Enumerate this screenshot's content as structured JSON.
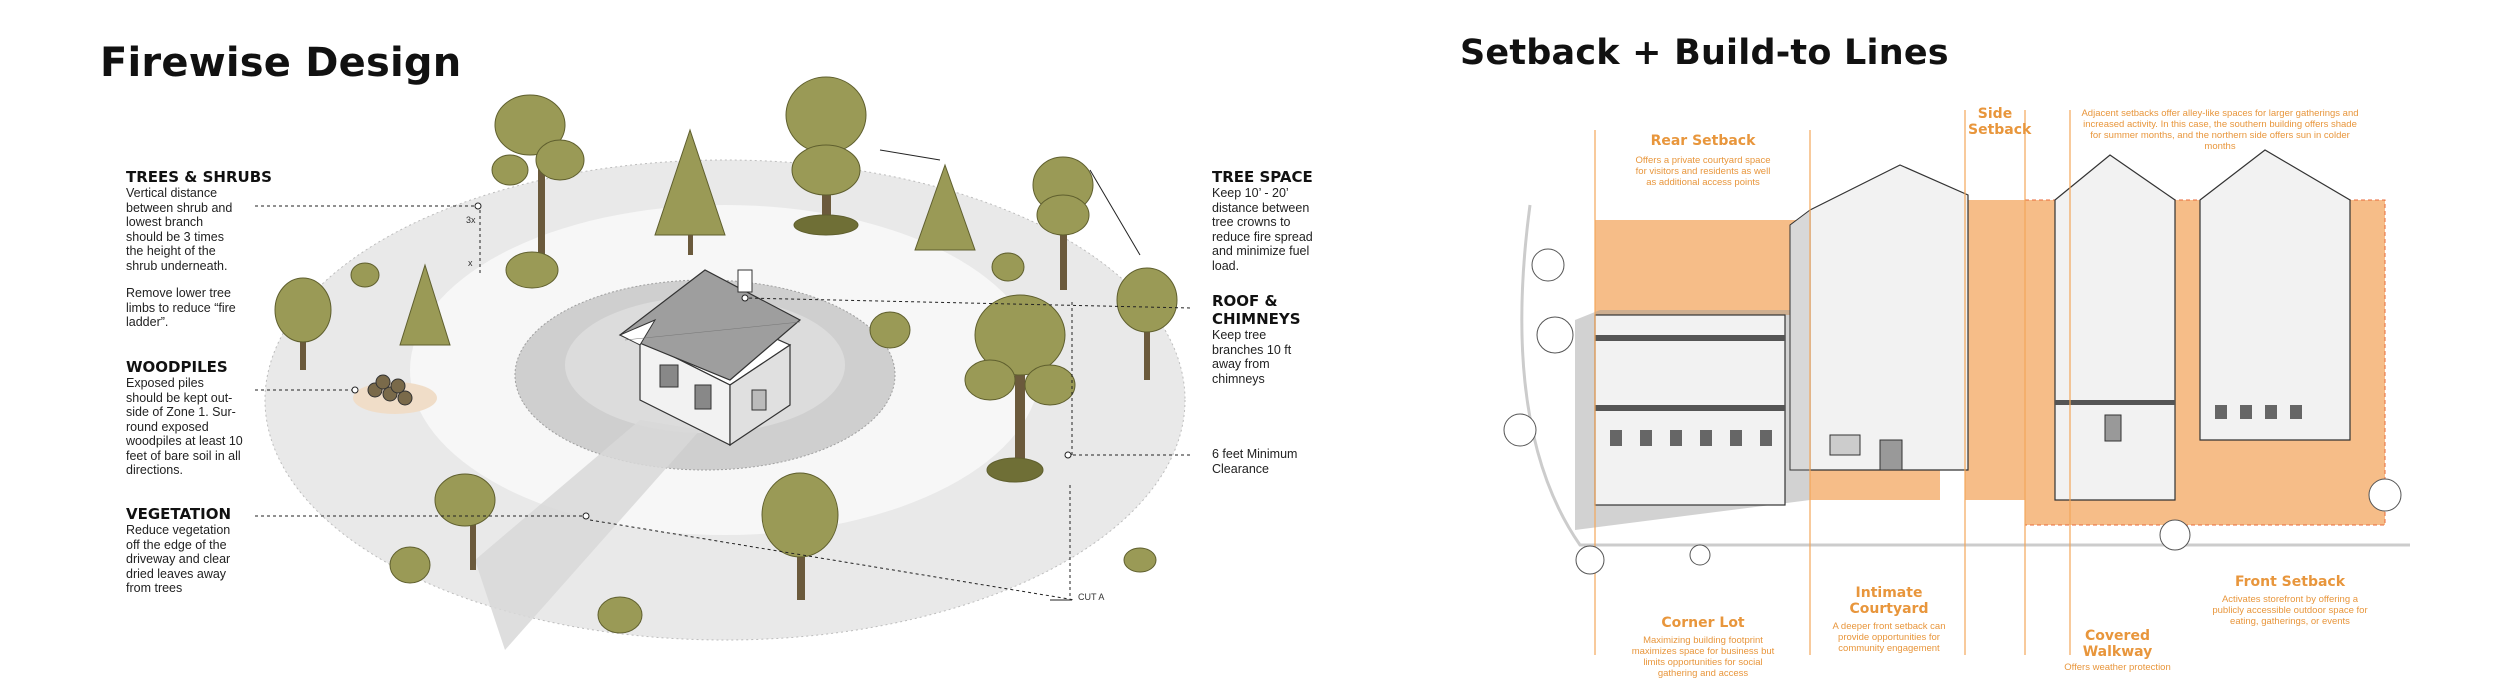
{
  "left_panel": {
    "title": "Firewise Design",
    "labels": {
      "trees_shrubs": {
        "heading": "TREES & SHRUBS",
        "body": "Vertical distance\nbetween shrub and\nlowest branch\nshould be 3 times\nthe height of the\nshrub underneath.",
        "body2": "Remove lower tree\nlimbs to reduce “fire\nladder”."
      },
      "woodpiles": {
        "heading": "WOODPILES",
        "body": "Exposed piles\nshould be kept out-\nside of Zone 1.  Sur-\nround exposed\nwoodpiles at least 10\nfeet of bare soil in all\ndirections."
      },
      "vegetation": {
        "heading": "VEGETATION",
        "body": "Reduce vegetation\noff the edge of the\ndriveway and clear\ndried leaves away\nfrom trees"
      },
      "tree_space": {
        "heading": "TREE SPACE",
        "body": "Keep 10’ - 20’\ndistance between\ntree crowns to\nreduce fire spread\nand minimize fuel\nload."
      },
      "roof_chimneys": {
        "heading": "ROOF &\nCHIMNEYS",
        "body": "Keep tree\nbranches 10 ft\naway from\nchimneys"
      },
      "clearance": {
        "body": "6 feet Minimum\nClearance"
      },
      "dimension_3x": "3x",
      "dimension_x": "x",
      "cut_label": "CUT A"
    }
  },
  "right_panel": {
    "title": "Setback + Build-to Lines",
    "zones": {
      "rear_setback": {
        "heading": "Rear Setback",
        "body": "Offers a private courtyard  space\nfor visitors and residents as well\nas additional access points"
      },
      "side_setback": {
        "heading": "Side\nSetback"
      },
      "adjacent": {
        "body": "Adjacent setbacks offer alley-like spaces for larger gatherings and\nincreased activity. In this case, the southern building offers shade\nfor summer months, and the northern side offers sun in colder\nmonths"
      },
      "corner_lot": {
        "heading": "Corner Lot",
        "body": "Maximizing building footprint\nmaximizes space for business but\nlimits opportunities for social\ngathering and access"
      },
      "intimate_courtyard": {
        "heading": "Intimate\nCourtyard",
        "body": "A  deeper front setback can\nprovide opportunities for\ncommunity engagement"
      },
      "covered_walkway": {
        "heading": "Covered\nWalkway",
        "body": "Offers weather protection"
      },
      "front_setback": {
        "heading": "Front Setback",
        "body": "Activates storefront by offering a\npublicly accessible outdoor space for\neating, gatherings, or events"
      }
    }
  },
  "colors": {
    "tree_fill": "#9a9a56",
    "tree_dark": "#6f6f36",
    "trunk": "#6b5a3c",
    "zone_light": "#e9e9e9",
    "zone_mid": "#d0d0d0",
    "setback_orange": "#f4b273",
    "label_orange": "#e8963c",
    "building_grey": "#f2f2f2"
  }
}
